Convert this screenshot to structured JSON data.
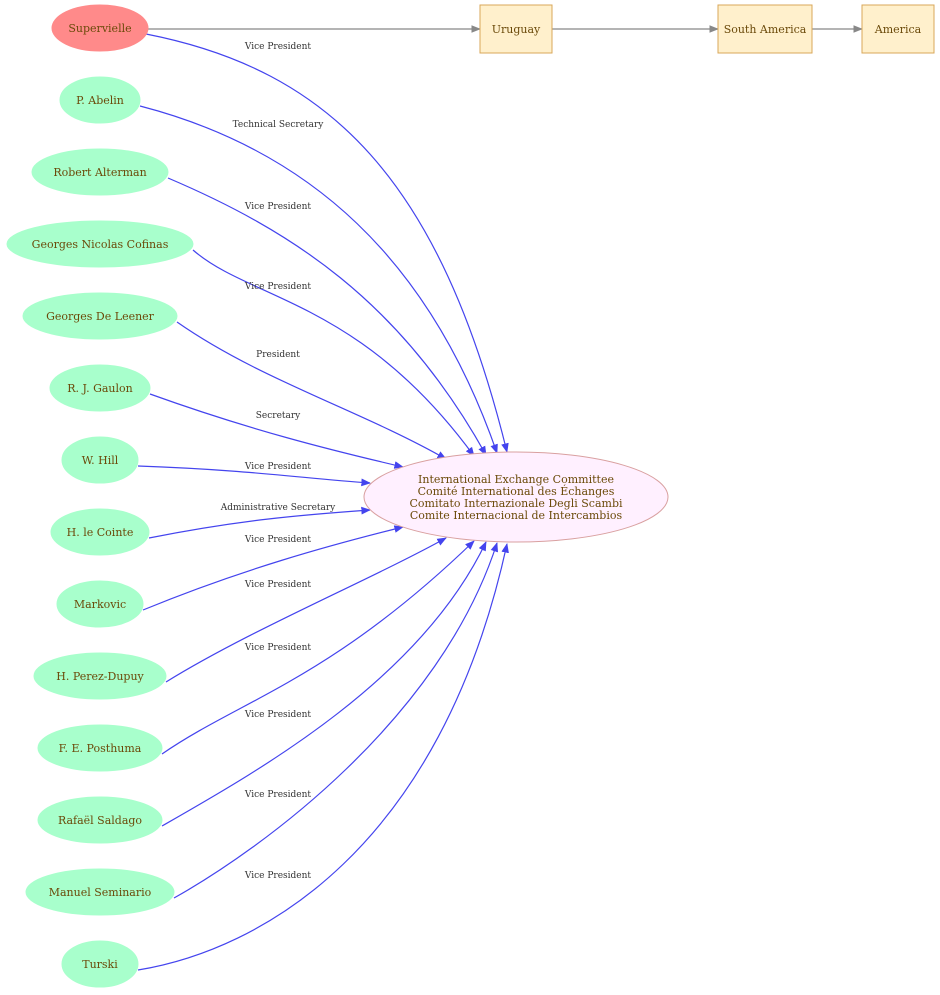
{
  "org": {
    "lines": [
      "International Exchange Committee",
      "Comité International des Échanges",
      "Comitato Internazionale Degli Scambi",
      "Comite Internacional de Intercambios"
    ]
  },
  "places": [
    "Uruguay",
    "South America",
    "America"
  ],
  "people": [
    {
      "name": "Supervielle",
      "role": "Vice President"
    },
    {
      "name": "P. Abelin",
      "role": "Technical Secretary"
    },
    {
      "name": "Robert Alterman",
      "role": "Vice President"
    },
    {
      "name": "Georges Nicolas Cofinas",
      "role": "Vice President"
    },
    {
      "name": "Georges De Leener",
      "role": "President"
    },
    {
      "name": "R. J. Gaulon",
      "role": "Secretary"
    },
    {
      "name": "W. Hill",
      "role": "Vice President"
    },
    {
      "name": "H. le Cointe",
      "role": "Administrative Secretary"
    },
    {
      "name": "Markovic",
      "role": "Vice President"
    },
    {
      "name": "H. Perez-Dupuy",
      "role": "Vice President"
    },
    {
      "name": "F. E. Posthuma",
      "role": "Vice President"
    },
    {
      "name": "Rafaël Saldago",
      "role": "Vice President"
    },
    {
      "name": "Manuel Seminario",
      "role": "Vice President"
    },
    {
      "name": "Turski",
      "role": "Vice President"
    }
  ],
  "colors": {
    "person": "#a8ffcc",
    "highlight_person": "#ff8a8a",
    "place_fill": "#fff0cc",
    "place_border": "#d9a75a",
    "org_fill": "#fff0ff",
    "org_border": "#d9a0a0",
    "edge": "#4444ee",
    "place_edge": "#888888",
    "label_text": "#6b4a0a"
  }
}
